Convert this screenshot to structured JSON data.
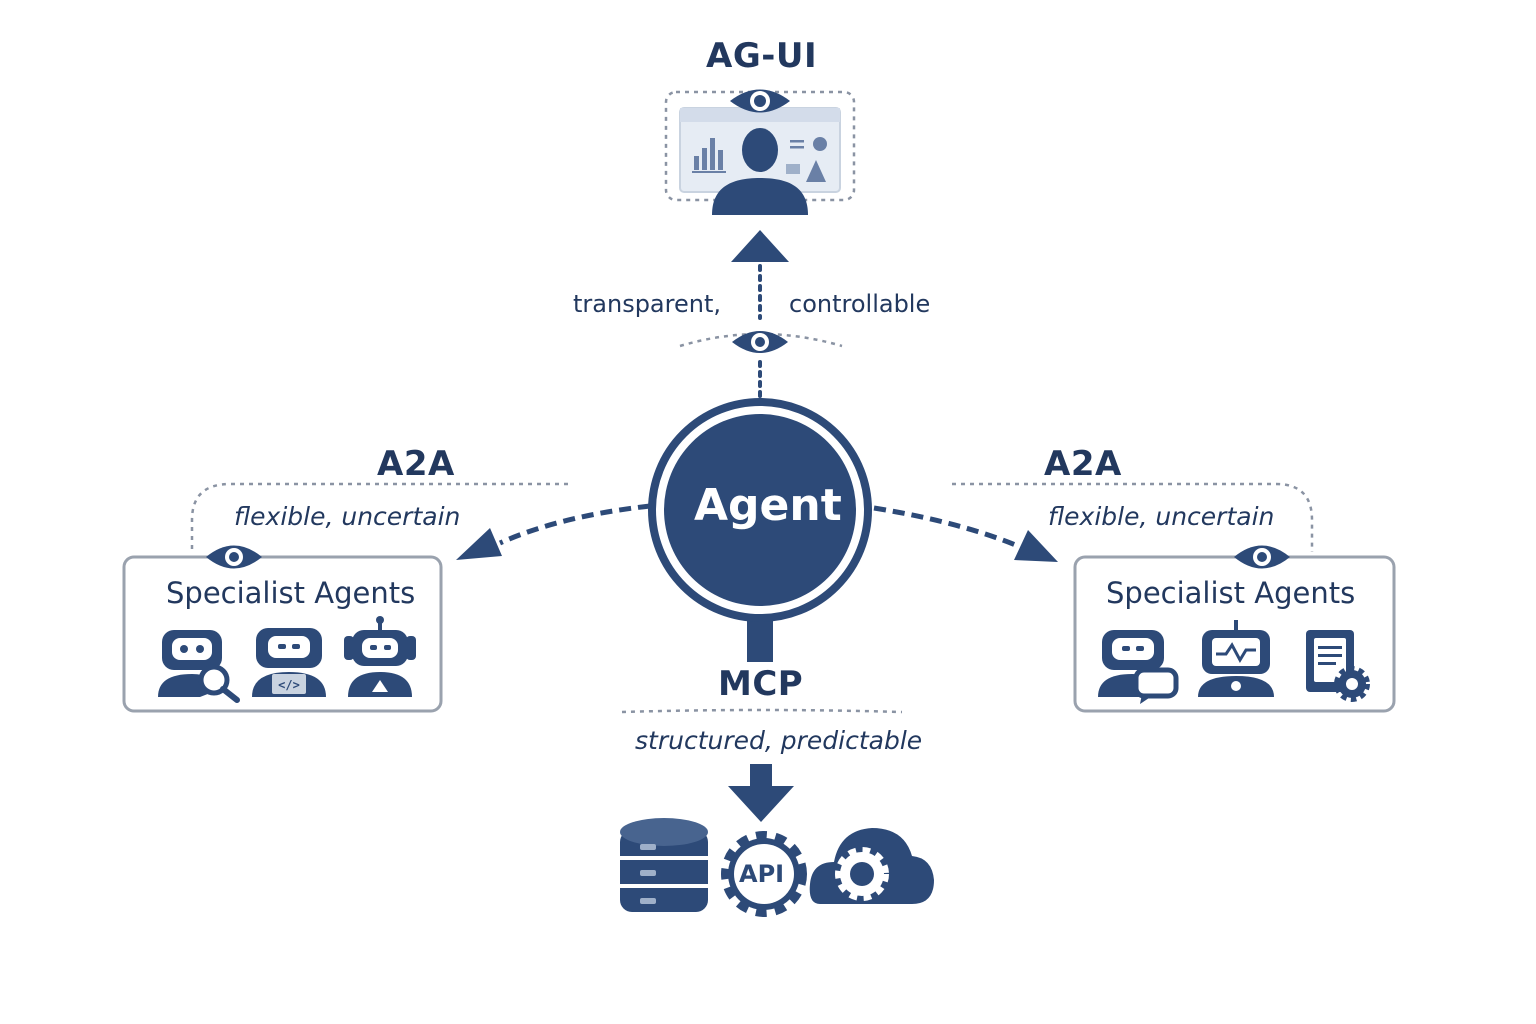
{
  "center": {
    "label": "Agent"
  },
  "top": {
    "protocol": "AG-UI",
    "property_left": "transparent,",
    "property_right": "controllable"
  },
  "left": {
    "protocol": "A2A",
    "property": "flexible, uncertain",
    "box_title": "Specialist Agents",
    "icons": [
      "robot-search-icon",
      "robot-code-icon",
      "robot-icon"
    ]
  },
  "right": {
    "protocol": "A2A",
    "property": "flexible, uncertain",
    "box_title": "Specialist Agents",
    "icons": [
      "robot-chat-icon",
      "robot-monitor-icon",
      "document-gear-icon"
    ]
  },
  "bottom": {
    "protocol": "MCP",
    "property": "structured, predictable",
    "api_label": "API",
    "icons": [
      "database-icon",
      "api-gear-icon",
      "cloud-gear-icon"
    ]
  },
  "colors": {
    "primary": "#2d4a78",
    "text": "#22385e",
    "dotted_line": "#8a93a3",
    "box_border": "#9aa2ae",
    "light_panel": "#e6ecf4"
  }
}
